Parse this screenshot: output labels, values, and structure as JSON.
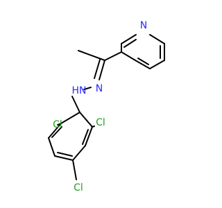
{
  "molecule": {
    "colors": {
      "bond": "#000000",
      "nitrogen": "#2a2aff",
      "chlorine": "#1fa01f",
      "background": "#ffffff"
    },
    "atoms": {
      "n_pyridine": "N",
      "n_imine": "N",
      "nh": "HN",
      "cl_left": "Cl",
      "cl_right": "Cl",
      "cl_para": "Cl"
    }
  }
}
